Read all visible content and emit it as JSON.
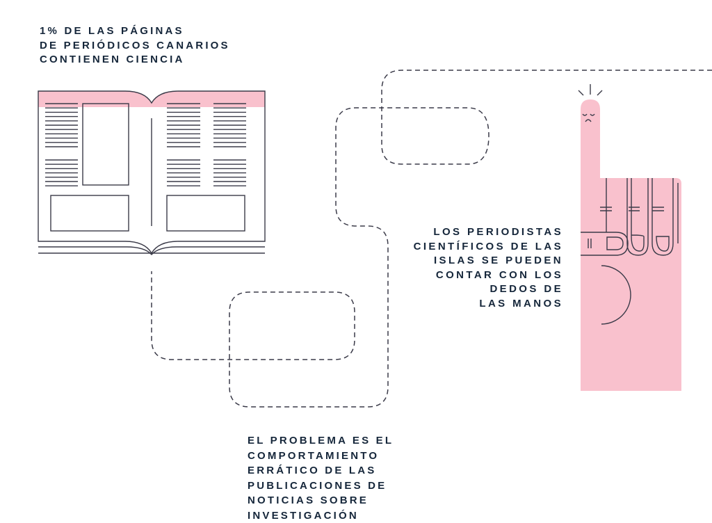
{
  "colors": {
    "text": "#15263a",
    "accent_pink": "#f9c1cd",
    "line": "#3a3a48"
  },
  "blocks": {
    "newspapers": {
      "lines": [
        "1% DE LAS PÁGINAS",
        "DE PERIÓDICOS CANARIOS",
        "CONTIENEN CIENCIA"
      ]
    },
    "journalists": {
      "lines": [
        "LOS PERIODISTAS",
        "CIENTÍFICOS DE LAS",
        "ISLAS SE PUEDEN",
        "CONTAR CON LOS",
        "DEDOS DE",
        "LAS MANOS"
      ]
    },
    "problem": {
      "lines": [
        "EL PROBLEMA ES EL",
        "COMPORTAMIENTO",
        "ERRÁTICO DE LAS",
        "PUBLICACIONES DE",
        "NOTICIAS SOBRE",
        "INVESTIGACIÓN"
      ]
    }
  },
  "icons": [
    "open-newspaper-icon",
    "raised-finger-hand-icon",
    "dashed-path-connector"
  ]
}
